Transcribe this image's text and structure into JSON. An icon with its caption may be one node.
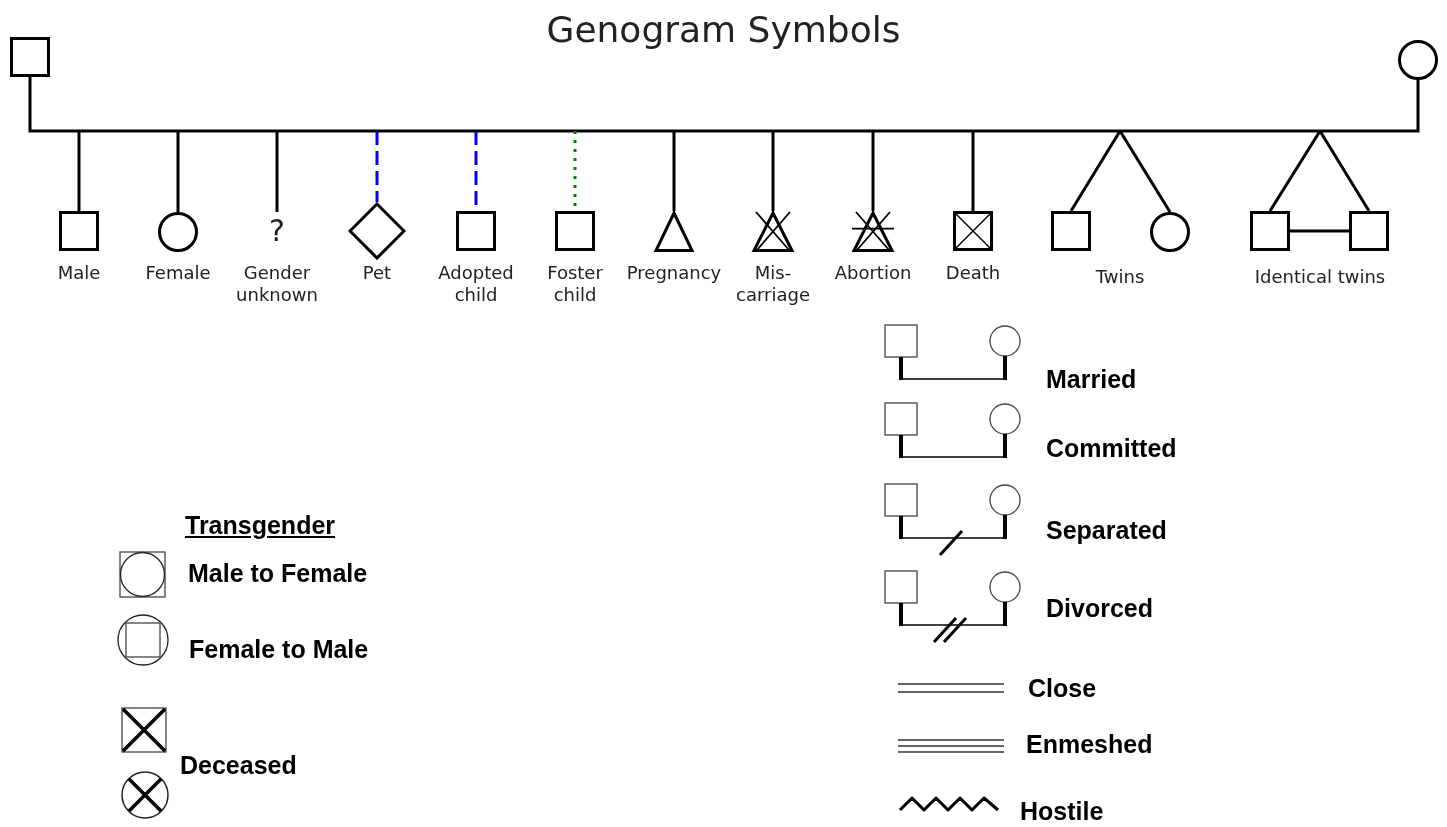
{
  "diagram": {
    "title": "Genogram Symbols",
    "nodes": [
      {
        "text": [],
        "shape": "box"
      },
      {
        "text": [],
        "shape": "circle"
      },
      {
        "text": [],
        "shape": "box",
        "beside": [
          "Male"
        ]
      },
      {
        "text": [],
        "shape": "circle",
        "beside": [
          "Female"
        ]
      },
      {
        "text": [
          "?"
        ],
        "beside": [
          "Gender unknown"
        ]
      },
      {
        "text": [],
        "shape": "diamond",
        "beside": [
          "Pet"
        ]
      },
      {
        "text": [],
        "shape": "box",
        "beside": [
          "Adopted child"
        ]
      },
      {
        "text": [],
        "shape": "box",
        "beside": [
          "Foster child"
        ]
      },
      {
        "text": [],
        "shape": "triangle",
        "beside": [
          "Pregnancy"
        ]
      },
      {
        "text": [],
        "shape": "triangle",
        "beside": [
          "Mis- carriage"
        ]
      },
      {
        "text": [],
        "shape": "triangle",
        "beside": [
          "Abortion"
        ]
      },
      {
        "text": [],
        "shape": "box",
        "beside": [
          "Death"
        ]
      },
      {
        "text": [],
        "shape": "box"
      },
      {
        "text": [],
        "shape": "circle"
      },
      {
        "text": [],
        "shape": "box"
      },
      {
        "text": [],
        "shape": "box"
      }
    ],
    "edges": [
      {
        "from": 0,
        "to": 1,
        "arrow": "none"
      },
      {
        "from": null,
        "to": 2,
        "arrow": "none"
      },
      {
        "from": null,
        "to": 3,
        "arrow": "none"
      },
      {
        "from": null,
        "to": 4,
        "arrow": "none"
      },
      {
        "from": null,
        "to": 5,
        "arrow": "none",
        "style": "dashed",
        "color": "#0000ff"
      },
      {
        "from": null,
        "to": 6,
        "arrow": "none",
        "style": "dashed",
        "color": "#0000ff"
      },
      {
        "from": null,
        "to": 7,
        "arrow": "none",
        "style": "dashed",
        "color": "#008000"
      },
      {
        "from": null,
        "to": 8,
        "arrow": "none"
      },
      {
        "from": null,
        "to": 9,
        "arrow": "none"
      },
      {
        "from": null,
        "to": 10,
        "arrow": "none"
      },
      {
        "from": null,
        "to": 11,
        "arrow": "none"
      },
      {
        "from": null,
        "to": 12,
        "arrow": "none"
      },
      {
        "from": null,
        "to": 13,
        "arrow": "none"
      },
      {
        "from": null,
        "to": 14,
        "arrow": "none"
      },
      {
        "from": null,
        "to": 15,
        "arrow": "none"
      },
      {
        "from": 14,
        "to": 15,
        "arrow": "none"
      }
    ],
    "labels": [
      "Twins",
      "Identical twins",
      "Transgender"
    ],
    "legend": [
      {
        "text": "Married"
      },
      {
        "text": "Committed"
      },
      {
        "text": "Separated"
      },
      {
        "text": "Divorced"
      },
      {
        "text": "Close"
      },
      {
        "text": "Enmeshed"
      },
      {
        "text": "Hostile"
      },
      {
        "text": "Male to Female"
      },
      {
        "text": "Female to Male"
      },
      {
        "text": "Deceased"
      }
    ]
  }
}
